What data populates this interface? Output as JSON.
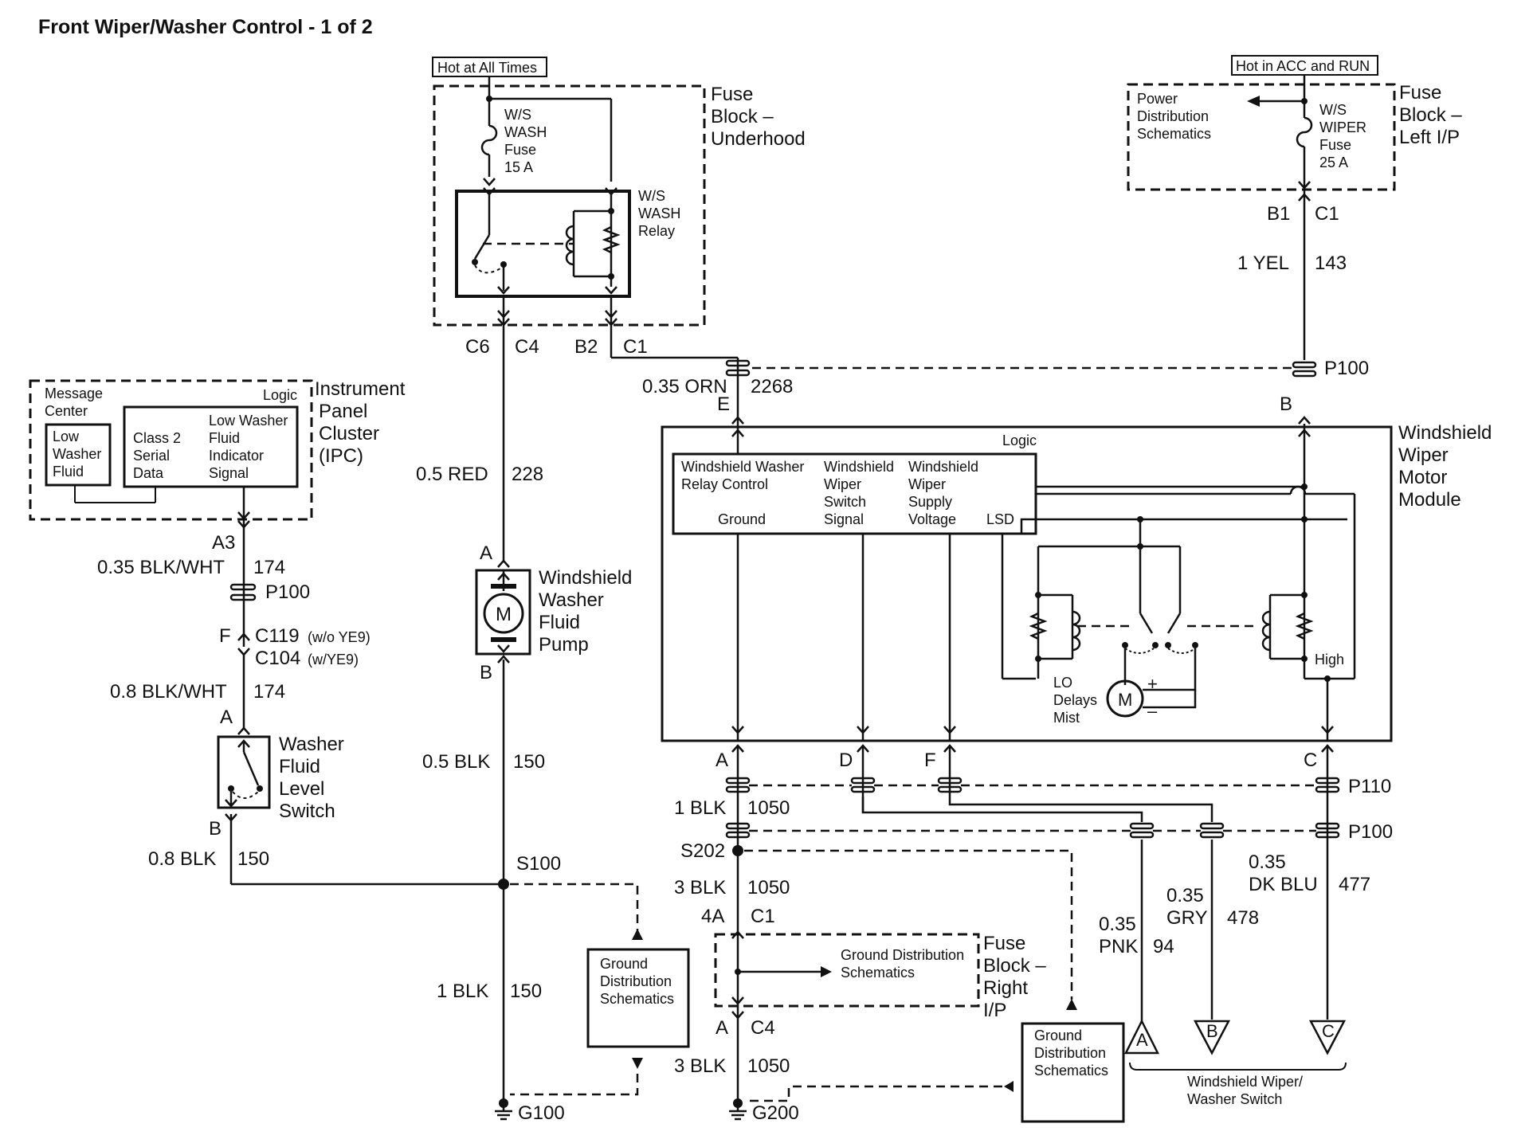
{
  "title": "Front Wiper/Washer Control - 1 of 2",
  "power_tags": {
    "hot_at_all_times": "Hot at All Times",
    "hot_acc_run": "Hot in ACC and RUN"
  },
  "fuse_block_underhood": {
    "label": [
      "Fuse",
      "Block –",
      "Underhood"
    ],
    "fuse": [
      "W/S",
      "WASH",
      "Fuse",
      "15 A"
    ],
    "relay": [
      "W/S",
      "WASH",
      "Relay"
    ],
    "connectors": {
      "c6": "C6",
      "c4": "C4",
      "b2": "B2",
      "c1": "C1"
    }
  },
  "fuse_block_left": {
    "label": [
      "Fuse",
      "Block –",
      "Left I/P"
    ],
    "power_dist": [
      "Power",
      "Distribution",
      "Schematics"
    ],
    "fuse": [
      "W/S",
      "WIPER",
      "Fuse",
      "25 A"
    ],
    "connectors": {
      "b1": "B1",
      "c1": "C1"
    }
  },
  "wires": {
    "yel_143": {
      "gauge": "1 YEL",
      "circuit": "143"
    },
    "orn_2268": {
      "gauge": "0.35 ORN",
      "circuit": "2268"
    },
    "red_228": {
      "gauge": "0.5 RED",
      "circuit": "228"
    },
    "blk_150_pump": {
      "gauge": "0.5 BLK",
      "circuit": "150"
    },
    "blk_150_g100": {
      "gauge": "1 BLK",
      "circuit": "150"
    },
    "blkwht_174_a": {
      "gauge": "0.35 BLK/WHT",
      "circuit": "174"
    },
    "blkwht_174_b": {
      "gauge": "0.8 BLK/WHT",
      "circuit": "174"
    },
    "blk_150_switch": {
      "gauge": "0.8 BLK",
      "circuit": "150"
    },
    "blk_1050_a": {
      "gauge": "1 BLK",
      "circuit": "1050"
    },
    "blk_1050_b": {
      "gauge": "3 BLK",
      "circuit": "1050"
    },
    "blk_1050_c": {
      "gauge": "3 BLK",
      "circuit": "1050"
    },
    "pnk_94": {
      "gauge_1": "0.35",
      "gauge_2": "PNK",
      "circuit": "94"
    },
    "gry_478": {
      "gauge_1": "0.35",
      "gauge_2": "GRY",
      "circuit": "478"
    },
    "dkblu_477": {
      "gauge_1": "0.35",
      "gauge_2": "DK BLU",
      "circuit": "477"
    }
  },
  "ipc": {
    "label": [
      "Instrument",
      "Panel",
      "Cluster",
      "(IPC)"
    ],
    "message_center": [
      "Message",
      "Center"
    ],
    "logic": "Logic",
    "low_washer_fluid": [
      "Low",
      "Washer",
      "Fluid"
    ],
    "class2": [
      "Class 2",
      "Serial",
      "Data"
    ],
    "indicator": [
      "Low Washer",
      "Fluid",
      "Indicator",
      "Signal"
    ],
    "pin_a3": "A3"
  },
  "connectors": {
    "p100": "P100",
    "p110": "P110",
    "pin_f": "F",
    "c119": "C119",
    "c119_note": "(w/o YE9)",
    "c104": "C104",
    "c104_note": "(w/YE9)",
    "pin_a": "A",
    "pin_b": "B",
    "pin_e": "E",
    "pin_c": "C",
    "pin_d": "D",
    "c1": "C1",
    "c4": "C4",
    "pin_4a": "4A"
  },
  "washer_switch": [
    "Washer",
    "Fluid",
    "Level",
    "Switch"
  ],
  "pump": {
    "label": [
      "Windshield",
      "Washer",
      "Fluid",
      "Pump"
    ],
    "motor": "M"
  },
  "wiper_module": {
    "label": [
      "Windshield",
      "Wiper",
      "Motor",
      "Module"
    ],
    "logic": "Logic",
    "relay_control": [
      "Windshield Washer",
      "Relay Control"
    ],
    "ground": "Ground",
    "switch_signal": [
      "Windshield",
      "Wiper",
      "Switch",
      "Signal"
    ],
    "supply_voltage": [
      "Windshield",
      "Wiper",
      "Supply",
      "Voltage"
    ],
    "lsd": "LSD",
    "high": "High",
    "lo_delays": [
      "LO",
      "Delays",
      "Mist"
    ],
    "motor": "M",
    "plus": "+",
    "minus": "–"
  },
  "splices": {
    "s100": "S100",
    "s202": "S202"
  },
  "grounds": {
    "g100": "G100",
    "g200": "G200"
  },
  "ground_dist": [
    "Ground",
    "Distribution",
    "Schematics"
  ],
  "fuse_block_right": {
    "label": [
      "Fuse",
      "Block –",
      "Right",
      "I/P"
    ],
    "ground_dist": [
      "Ground Distribution",
      "Schematics"
    ]
  },
  "offpage": {
    "a": "A",
    "b": "B",
    "c": "C"
  },
  "switch_ref": [
    "Windshield Wiper/",
    "Washer Switch"
  ]
}
